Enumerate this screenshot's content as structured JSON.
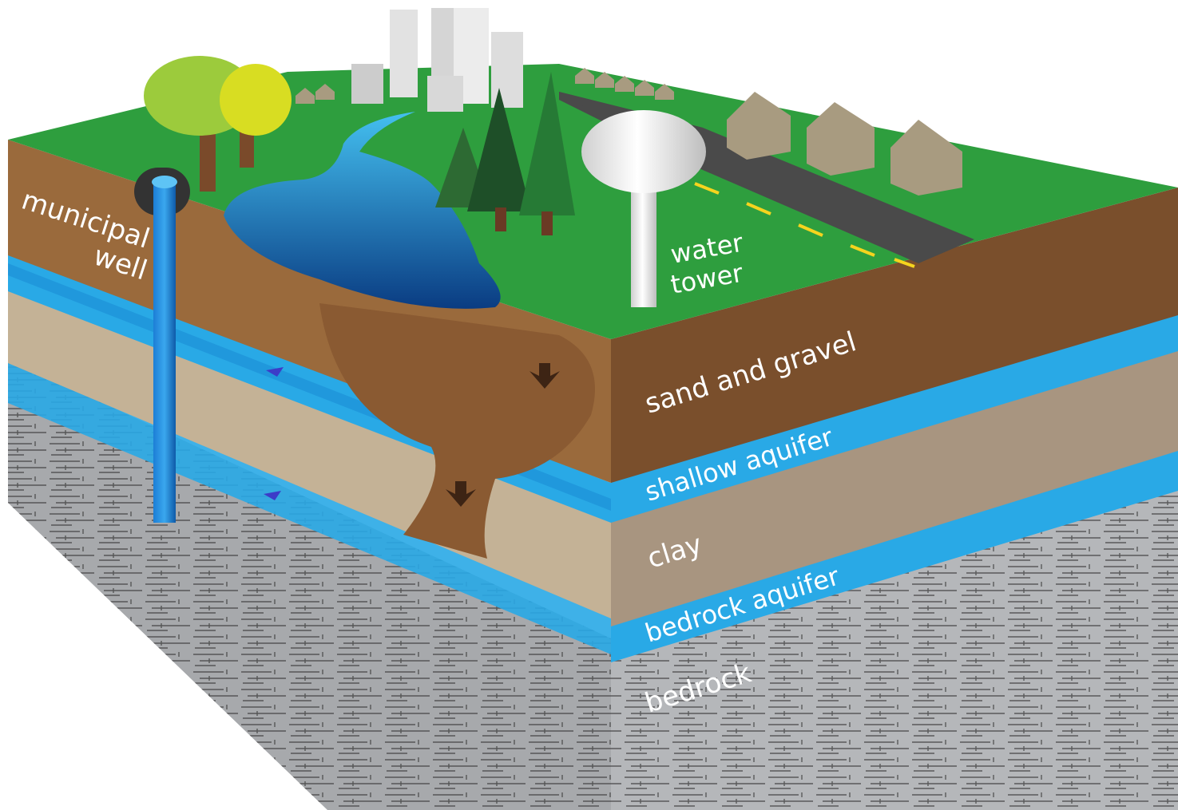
{
  "labels": {
    "municipal_well_line1": "municipal",
    "municipal_well_line2": "well",
    "water_tower_line1": "water",
    "water_tower_line2": "tower",
    "sand_and_gravel": "sand and gravel",
    "shallow_aquifer": "shallow aquifer",
    "clay": "clay",
    "bedrock_aquifer": "bedrock aquifer",
    "bedrock": "bedrock"
  },
  "colors": {
    "grass": "#2e9e3e",
    "sand_gravel": "#7a4f2c",
    "sand_gravel_front": "#8c5a30",
    "aquifer": "#29a9e6",
    "aquifer_dark": "#1178c8",
    "clay": "#b9a78e",
    "clay_front": "#a89580",
    "bedrock": "#a7a9ac",
    "bedrock_front": "#8f9194",
    "lake": "#1a6fc4",
    "road": "#4a4a4a",
    "road_line": "#f5d41e",
    "tower": "#e6e6e6",
    "house": "#a89b80",
    "arrow": "#3d2414"
  },
  "icons": [
    "municipal-well-icon",
    "water-tower-icon",
    "lake-icon",
    "house-icon",
    "tree-icon",
    "building-icon",
    "road-icon",
    "flow-arrow-icon"
  ]
}
